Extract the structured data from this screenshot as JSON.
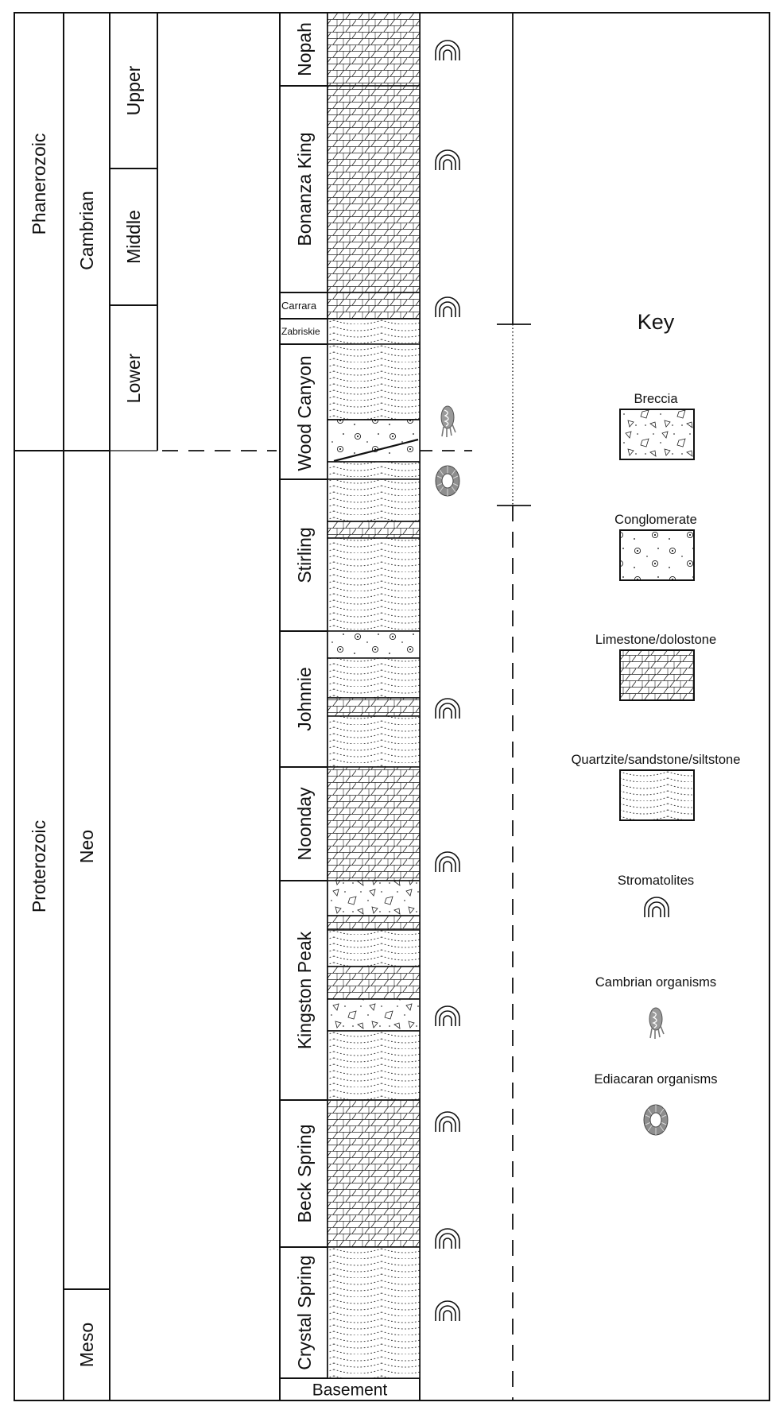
{
  "eons": [
    {
      "id": "phanerozoic",
      "label": "Phanerozoic"
    },
    {
      "id": "proterozoic",
      "label": "Proterozoic"
    }
  ],
  "eras": [
    {
      "id": "cambrian",
      "label": "Cambrian"
    },
    {
      "id": "neo",
      "label": "Neo"
    },
    {
      "id": "meso",
      "label": "Meso"
    }
  ],
  "epochs": [
    {
      "id": "upper",
      "label": "Upper"
    },
    {
      "id": "middle",
      "label": "Middle"
    },
    {
      "id": "lower",
      "label": "Lower"
    }
  ],
  "formations": [
    {
      "id": "nopah",
      "label": "Nopah"
    },
    {
      "id": "bonanza-king",
      "label": "Bonanza King"
    },
    {
      "id": "carrara",
      "label": "Carrara"
    },
    {
      "id": "zabriskie",
      "label": "Zabriskie"
    },
    {
      "id": "wood-canyon",
      "label": "Wood Canyon"
    },
    {
      "id": "stirling",
      "label": "Stirling"
    },
    {
      "id": "johnnie",
      "label": "Johnnie"
    },
    {
      "id": "noonday",
      "label": "Noonday"
    },
    {
      "id": "kingston-peak",
      "label": "Kingston Peak"
    },
    {
      "id": "beck-spring",
      "label": "Beck Spring"
    },
    {
      "id": "crystal-spring",
      "label": "Crystal Spring"
    },
    {
      "id": "basement",
      "label": "Basement"
    }
  ],
  "lithology_layers": [
    {
      "formation": "nopah",
      "lithology": "limestone"
    },
    {
      "formation": "bonanza-king",
      "lithology": "limestone"
    },
    {
      "formation": "carrara",
      "lithology": "limestone"
    },
    {
      "formation": "zabriskie",
      "lithology": "quartzite"
    },
    {
      "formation": "wood-canyon",
      "lithology": "quartzite"
    },
    {
      "formation": "wood-canyon",
      "lithology": "conglomerate"
    },
    {
      "formation": "wood-canyon",
      "lithology": "quartzite"
    },
    {
      "formation": "stirling",
      "lithology": "quartzite"
    },
    {
      "formation": "stirling",
      "lithology": "limestone"
    },
    {
      "formation": "stirling",
      "lithology": "quartzite"
    },
    {
      "formation": "johnnie",
      "lithology": "conglomerate"
    },
    {
      "formation": "johnnie",
      "lithology": "quartzite"
    },
    {
      "formation": "johnnie",
      "lithology": "limestone"
    },
    {
      "formation": "johnnie",
      "lithology": "quartzite"
    },
    {
      "formation": "noonday",
      "lithology": "limestone"
    },
    {
      "formation": "kingston-peak",
      "lithology": "breccia"
    },
    {
      "formation": "kingston-peak",
      "lithology": "limestone"
    },
    {
      "formation": "kingston-peak",
      "lithology": "quartzite"
    },
    {
      "formation": "kingston-peak",
      "lithology": "limestone"
    },
    {
      "formation": "kingston-peak",
      "lithology": "breccia"
    },
    {
      "formation": "kingston-peak",
      "lithology": "quartzite"
    },
    {
      "formation": "beck-spring",
      "lithology": "limestone"
    },
    {
      "formation": "crystal-spring",
      "lithology": "quartzite"
    }
  ],
  "fossil_markers": [
    {
      "formation": "nopah",
      "type": "stromatolites"
    },
    {
      "formation": "bonanza-king",
      "type": "stromatolites"
    },
    {
      "formation": "carrara",
      "type": "stromatolites"
    },
    {
      "formation": "wood-canyon",
      "type": "cambrian-organisms"
    },
    {
      "formation": "wood-canyon",
      "type": "ediacaran-organisms"
    },
    {
      "formation": "johnnie",
      "type": "stromatolites"
    },
    {
      "formation": "noonday",
      "type": "stromatolites"
    },
    {
      "formation": "kingston-peak",
      "type": "stromatolites"
    },
    {
      "formation": "beck-spring",
      "type": "stromatolites"
    },
    {
      "formation": "beck-spring",
      "type": "stromatolites"
    },
    {
      "formation": "crystal-spring",
      "type": "stromatolites"
    }
  ],
  "key": {
    "title": "Key",
    "items": [
      {
        "id": "breccia",
        "label": "Breccia",
        "kind": "swatch"
      },
      {
        "id": "conglomerate",
        "label": "Conglomerate",
        "kind": "swatch"
      },
      {
        "id": "limestone",
        "label": "Limestone/dolostone",
        "kind": "swatch"
      },
      {
        "id": "quartzite",
        "label": "Quartzite/sandstone/siltstone",
        "kind": "swatch"
      },
      {
        "id": "stromatolites",
        "label": "Stromatolites",
        "kind": "symbol"
      },
      {
        "id": "cambrian-organisms",
        "label": "Cambrian organisms",
        "kind": "symbol"
      },
      {
        "id": "ediacaran-organisms",
        "label": "Ediacaran organisms",
        "kind": "symbol"
      }
    ]
  },
  "colors": {
    "ink": "#111111",
    "paper": "#ffffff"
  }
}
